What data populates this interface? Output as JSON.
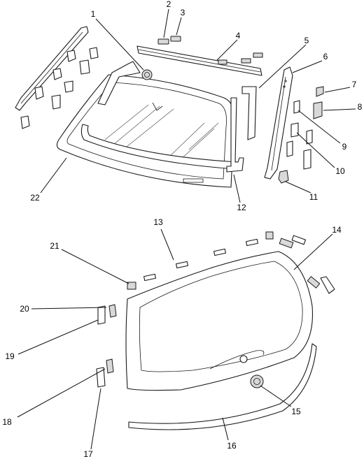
{
  "callouts": [
    {
      "id": "c1",
      "label": "1"
    },
    {
      "id": "c2",
      "label": "2"
    },
    {
      "id": "c3",
      "label": "3"
    },
    {
      "id": "c4",
      "label": "4"
    },
    {
      "id": "c5",
      "label": "5"
    },
    {
      "id": "c6",
      "label": "6"
    },
    {
      "id": "c7",
      "label": "7"
    },
    {
      "id": "c8",
      "label": "8"
    },
    {
      "id": "c9",
      "label": "9"
    },
    {
      "id": "c10",
      "label": "10"
    },
    {
      "id": "c11",
      "label": "11"
    },
    {
      "id": "c12",
      "label": "12"
    },
    {
      "id": "c13",
      "label": "13"
    },
    {
      "id": "c14",
      "label": "14"
    },
    {
      "id": "c15",
      "label": "15"
    },
    {
      "id": "c16",
      "label": "16"
    },
    {
      "id": "c17",
      "label": "17"
    },
    {
      "id": "c18",
      "label": "18"
    },
    {
      "id": "c19",
      "label": "19"
    },
    {
      "id": "c20",
      "label": "20"
    },
    {
      "id": "c21",
      "label": "21"
    },
    {
      "id": "c22",
      "label": "22"
    }
  ],
  "colors": {
    "line": "#1a1a1a",
    "background": "#ffffff",
    "shade": "#d9d9d9"
  }
}
